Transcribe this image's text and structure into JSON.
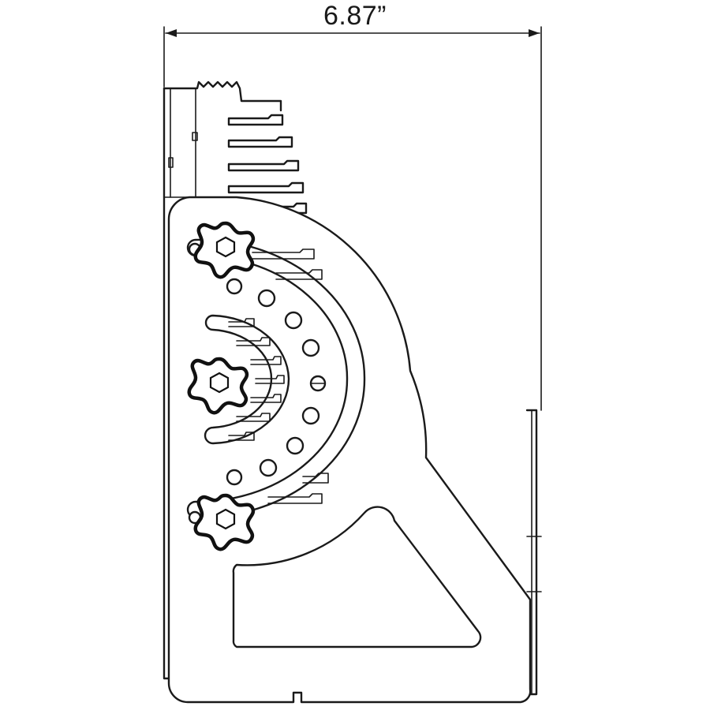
{
  "dimension": {
    "width_label": "6.87”",
    "arrow_style": "double-headed"
  },
  "colors": {
    "line": "#1a1a1a",
    "background": "#ffffff"
  },
  "drawing": {
    "view": "side",
    "subject": "bracket-with-heatsink",
    "knob_count": 3,
    "hole_count": 11
  }
}
